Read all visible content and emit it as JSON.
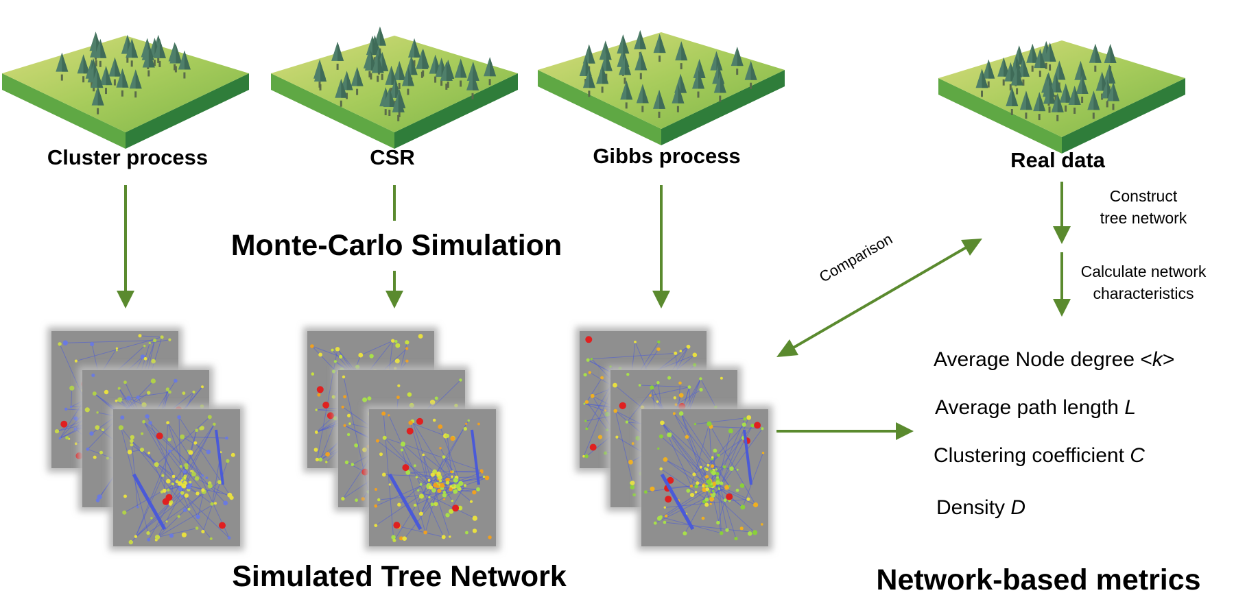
{
  "plots": {
    "cluster": "Cluster process",
    "csr": "CSR",
    "gibbs": "Gibbs process",
    "real": "Real data"
  },
  "center_title": "Monte-Carlo Simulation",
  "comparison": "Comparison",
  "steps": {
    "construct_line1": "Construct",
    "construct_line2": "tree network",
    "calculate_line1": "Calculate network",
    "calculate_line2": "characteristics"
  },
  "metrics": {
    "degree_text": "Average Node degree <",
    "degree_var": "k",
    "degree_end": ">",
    "path_text": "Average path length ",
    "path_var": "L",
    "clustering_text": "Clustering coefficient ",
    "clustering_var": "C",
    "density_text": "Density ",
    "density_var": "D"
  },
  "bottom": {
    "simulated": "Simulated Tree Network",
    "metrics_title": "Network-based metrics"
  },
  "colors": {
    "arrow": "#5a8a2e",
    "grass_top_light": "#c9d873",
    "grass_top_dark": "#8fbf4f",
    "grass_side": "#4c9a3a",
    "tree": "#4f7f6a",
    "network_bg": "#8a8a8a",
    "edge": "#4a5ad8",
    "node_green": "#a8e04a",
    "node_yellow": "#e8e040",
    "node_orange": "#f0a020",
    "node_red": "#e02020"
  }
}
